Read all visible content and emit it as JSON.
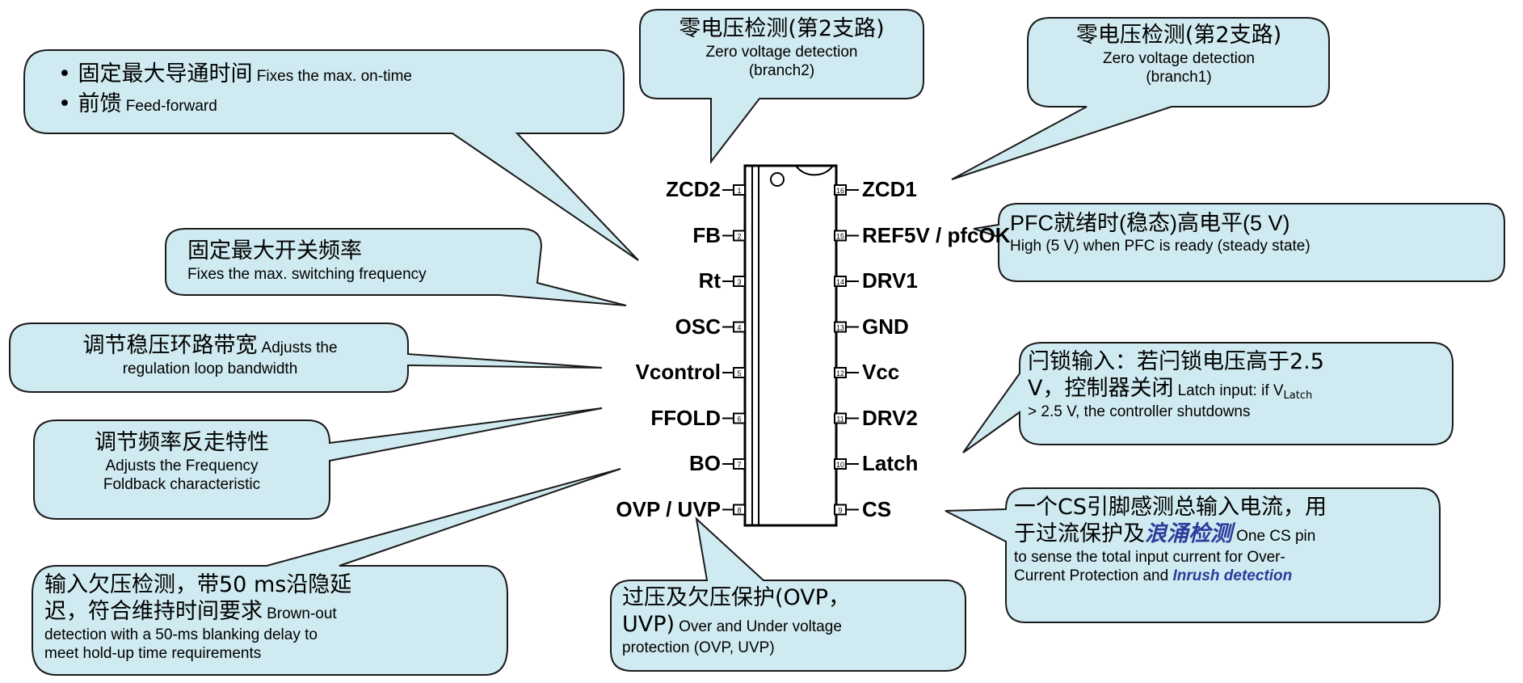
{
  "colors": {
    "callout_fill": "#cfeaf0",
    "callout_stroke": "#1a1a1a",
    "accent": "#2e3a9c",
    "chip_stroke": "#000000"
  },
  "callouts": {
    "fixes_max_on_time": {
      "zh1": "固定最大导通时间",
      "en1": "Fixes the max. on-time",
      "zh2": "前馈",
      "en2": "Feed-forward"
    },
    "zcd2": {
      "zh": "零电压检测(第2支路)",
      "en1": "Zero voltage  detection",
      "en2": "(branch2)"
    },
    "zcd1": {
      "zh": "零电压检测(第2支路)",
      "en1": "Zero voltage detection",
      "en2": "(branch1)"
    },
    "max_switching_freq": {
      "zh": "固定最大开关频率",
      "en": "Fixes the max. switching frequency"
    },
    "pfc_ok": {
      "zh": "PFC就绪时(稳态)高电平(5 V)",
      "en": "High (5 V) when PFC is ready (steady state)"
    },
    "loop_bandwidth": {
      "zh": "调节稳压环路带宽",
      "en1": "Adjusts the",
      "en2": "regulation loop bandwidth"
    },
    "latch": {
      "zh1": "闩锁输入：若闩锁电压高于2.5",
      "zh2": "V，控制器关闭",
      "en1a": "Latch input: if V",
      "en1sub": "Latch",
      "en2": "> 2.5 V, the controller shutdowns"
    },
    "freq_foldback": {
      "zh": "调节频率反走特性",
      "en1": "Adjusts the Frequency",
      "en2": "Foldback characteristic"
    },
    "cs": {
      "zh1": "一个CS引脚感测总输入电流，用",
      "zh2a": "于过流保护及",
      "zh2b": "浪涌检测",
      "en1": "One CS pin",
      "en2": "to sense the total input current for Over-",
      "en3a": "Current Protection and ",
      "en3b": "Inrush detection"
    },
    "brown_out": {
      "zh1": "输入欠压检测，带50 ms沿隐延",
      "zh2": "迟，符合维持时间要求",
      "en1": "Brown-out",
      "en2": "detection with a 50-ms blanking delay to",
      "en3": "meet hold-up time requirements"
    },
    "ovp_uvp": {
      "zh1": "过压及欠压保护(OVP，",
      "zh2": "UVP)",
      "en1": "Over and Under voltage",
      "en2": "protection (OVP, UVP)"
    }
  },
  "pins_left": [
    {
      "num": "1",
      "label": "ZCD2"
    },
    {
      "num": "2",
      "label": "FB"
    },
    {
      "num": "3",
      "label": "Rt"
    },
    {
      "num": "4",
      "label": "OSC"
    },
    {
      "num": "5",
      "label": "Vcontrol"
    },
    {
      "num": "6",
      "label": "FFOLD"
    },
    {
      "num": "7",
      "label": "BO"
    },
    {
      "num": "8",
      "label": "OVP / UVP"
    }
  ],
  "pins_right": [
    {
      "num": "16",
      "label": "ZCD1"
    },
    {
      "num": "15",
      "label": "REF5V / pfcOK"
    },
    {
      "num": "14",
      "label": "DRV1"
    },
    {
      "num": "13",
      "label": "GND"
    },
    {
      "num": "12",
      "label": "Vcc"
    },
    {
      "num": "11",
      "label": "DRV2"
    },
    {
      "num": "10",
      "label": "Latch"
    },
    {
      "num": "9",
      "label": "CS"
    }
  ]
}
